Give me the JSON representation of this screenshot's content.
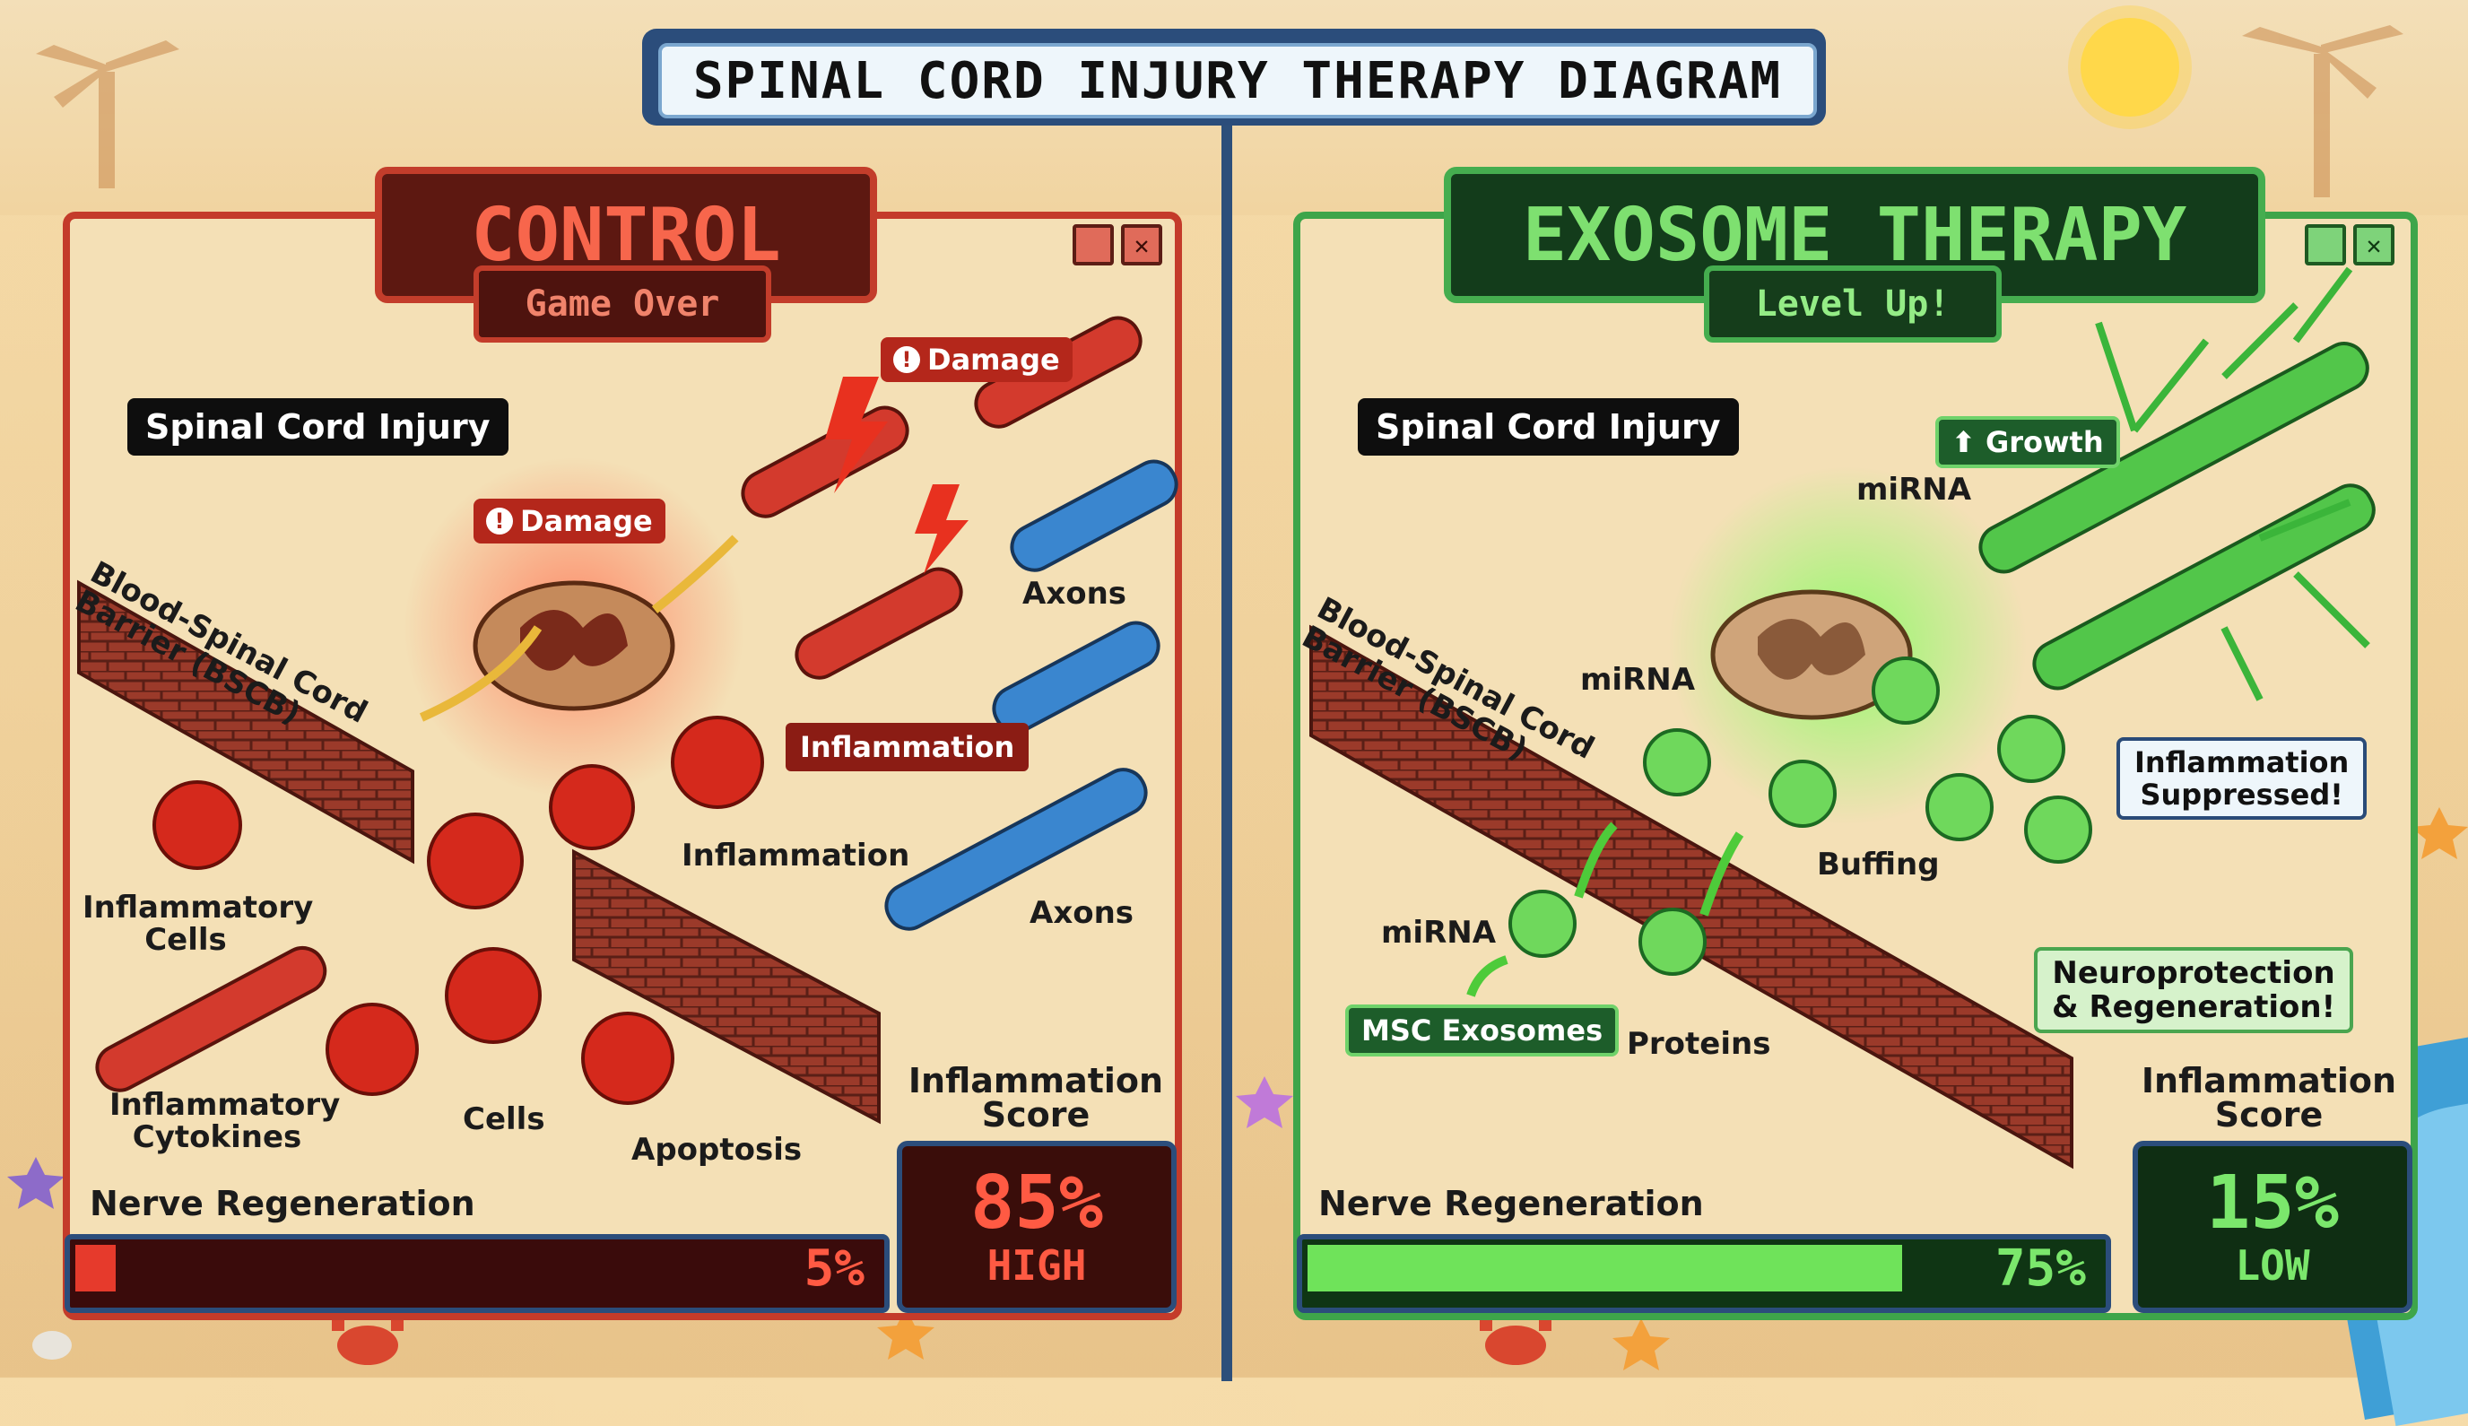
{
  "title": "SPINAL CORD INJURY THERAPY DIAGRAM",
  "colors": {
    "control_accent": "#c43b2a",
    "therapy_accent": "#3ea54a",
    "frame_blue": "#2b4d7b"
  },
  "control": {
    "header": "CONTROL",
    "subheader": "Game Over",
    "injury_label": "Spinal Cord Injury",
    "damage_badge_1": "Damage",
    "damage_badge_2": "Damage",
    "bscb_label": "Blood-Spinal Cord\nBarrier (BSCB)",
    "axons_label_1": "Axons",
    "axons_label_2": "Axons",
    "inflammation_badge": "Inflammation",
    "inflammation_label": "Inflammation",
    "inflammatory_cells": "Inflammatory\nCells",
    "inflammatory_cytokines": "Inflammatory\nCytokines",
    "cells_label": "Cells",
    "apoptosis_label": "Apoptosis",
    "nerve_regen_label": "Nerve Regeneration",
    "nerve_regen_value": "5%",
    "nerve_regen_fraction": 0.05,
    "score_label": "Inflammation\nScore",
    "score_value": "85%",
    "score_level": "HIGH"
  },
  "therapy": {
    "header": "EXOSOME THERAPY",
    "subheader": "Level Up!",
    "injury_label": "Spinal Cord Injury",
    "growth_badge": "Growth",
    "mirna_1": "miRNA",
    "mirna_2": "miRNA",
    "mirna_3": "miRNA",
    "bscb_label": "Blood-Spinal Cord\nBarrier (BSCB)",
    "inflammation_callout": "Inflammation\nSuppressed!",
    "buffing_label": "Buffing",
    "neuroprotection_callout": "Neuroprotection\n& Regeneration!",
    "msc_label": "MSC Exosomes",
    "proteins_label": "Proteins",
    "nerve_regen_label": "Nerve Regeneration",
    "nerve_regen_value": "75%",
    "nerve_regen_fraction": 0.75,
    "score_label": "Inflammation\nScore",
    "score_value": "15%",
    "score_level": "LOW"
  }
}
